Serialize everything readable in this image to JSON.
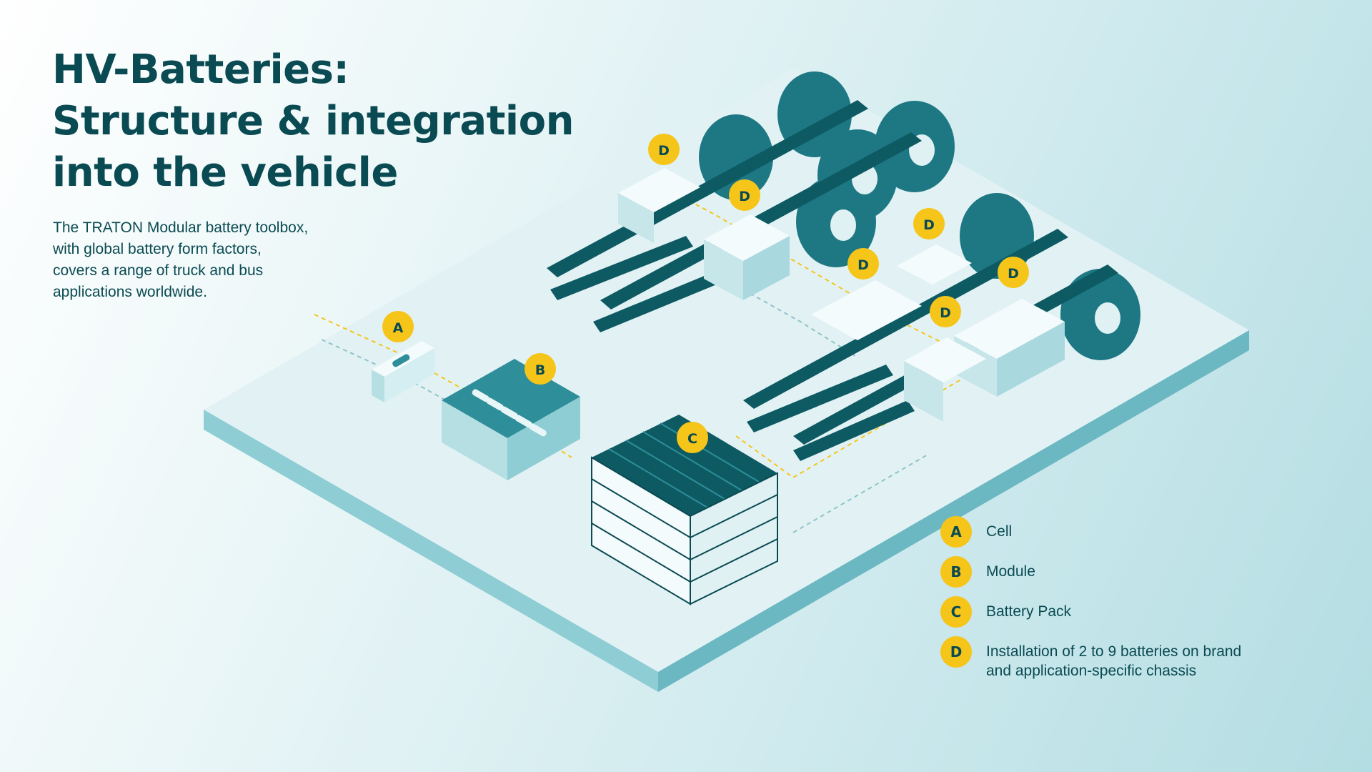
{
  "title": {
    "line1": "HV-Batteries:",
    "line2": "Structure & integration",
    "line3": "into the vehicle"
  },
  "intro": {
    "line1": "The TRATON Modular battery toolbox,",
    "line2": "with global battery form factors,",
    "line3": "covers a range of truck and bus",
    "line4": "applications worldwide."
  },
  "markers": {
    "a": "A",
    "b": "B",
    "c": "C",
    "d": "D"
  },
  "legend": [
    {
      "key": "A",
      "label": "Cell"
    },
    {
      "key": "B",
      "label": "Module"
    },
    {
      "key": "C",
      "label": "Battery Pack"
    },
    {
      "key": "D",
      "label_line1": "Installation of 2 to 9 batteries on brand",
      "label_line2": "and application-specific chassis"
    }
  ],
  "colors": {
    "teal_dark": "#0a4a52",
    "teal": "#2e8e9a",
    "accent_yellow": "#f5c51a",
    "platform": "#dff1f3"
  }
}
